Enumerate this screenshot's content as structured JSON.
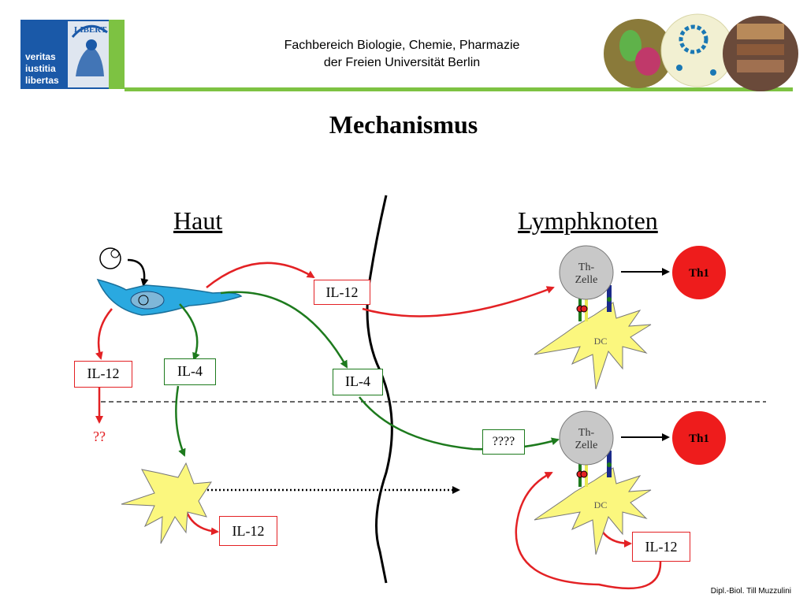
{
  "header": {
    "logo_lines": [
      "veritas",
      "iustitia",
      "libertas"
    ],
    "logo_banner": "LIBERT",
    "institution_line1": "Fachbereich Biologie, Chemie, Pharmazie",
    "institution_line2": "der Freien Universität Berlin"
  },
  "title": "Mechanismus",
  "regions": {
    "left": "Haut",
    "right": "Lymphknoten"
  },
  "labels": {
    "il12": "IL-12",
    "il4": "IL-4",
    "qq": "??",
    "qqqq": "????",
    "th_zelle": "Th-\nZelle",
    "dc": "DC",
    "th1": "Th1"
  },
  "footer": "Dipl.-Biol. Till Muzzulini",
  "colors": {
    "red": "#e32124",
    "green": "#1d7a1d",
    "blue_cell": "#2aa9e0",
    "dc_yellow": "#fbf77e",
    "th_gray": "#c8c8c8"
  }
}
